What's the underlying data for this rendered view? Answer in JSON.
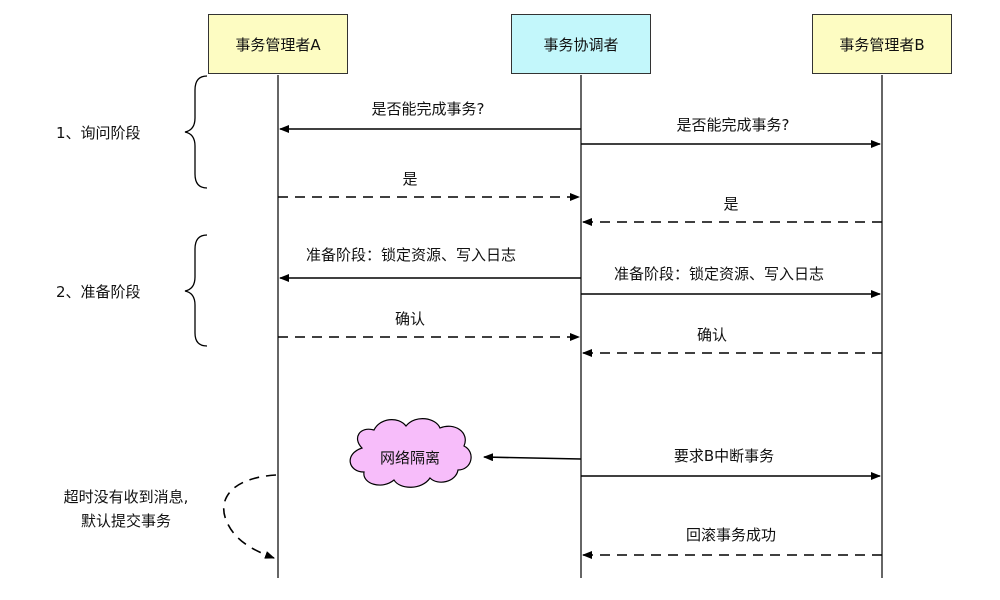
{
  "colors": {
    "participant_a_fill": "#fdfcc2",
    "coordinator_fill": "#c3f7fb",
    "participant_b_fill": "#fdfcc2",
    "cloud_fill": "#f7bdfa",
    "line": "#000000"
  },
  "participants": {
    "a": "事务管理者A",
    "coordinator": "事务协调者",
    "b": "事务管理者B"
  },
  "phases": {
    "inquiry": "1、询问阶段",
    "prepare": "2、准备阶段"
  },
  "messages": {
    "ask_a": "是否能完成事务?",
    "ask_b": "是否能完成事务?",
    "yes_a": "是",
    "yes_b": "是",
    "prepare_a": "准备阶段：锁定资源、写入日志",
    "prepare_b": "准备阶段：锁定资源、写入日志",
    "ack_a": "确认",
    "ack_b": "确认",
    "abort_b": "要求B中断事务",
    "rollback_ok": "回滚事务成功"
  },
  "partition": {
    "label": "网络隔离",
    "icon": "cloud-icon"
  },
  "timeout_note": {
    "line1": "超时没有收到消息,",
    "line2": "默认提交事务"
  }
}
